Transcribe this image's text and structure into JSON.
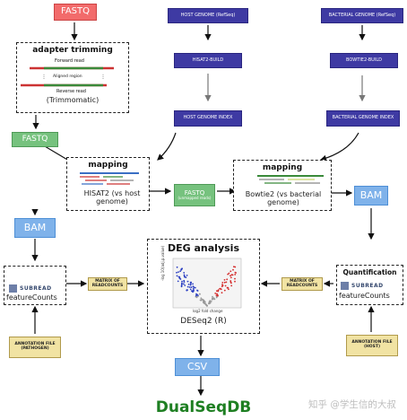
{
  "sources": {
    "fastq_input": "FASTQ",
    "host_genome": "HOST GENOME (RefSeq)",
    "bacterial_genome": "BACTERIAL GENOME (RefSeq)"
  },
  "adapter": {
    "title": "adapter trimming",
    "forward_read": "Forward read",
    "aligned_region": "Aligned region",
    "reverse_read": "Reverse read",
    "tool": "(Trimmomatic)"
  },
  "builds": {
    "hisat2_build": "HISAT2-BUILD",
    "bowtie2_build": "BOWTIE2-BUILD",
    "host_index": "HOST GENOME INDEX",
    "bacterial_index": "BACTERIAL GENOME INDEX"
  },
  "trimmed_fastq": "FASTQ",
  "mapping_host": {
    "title": "mapping",
    "tool": "HISAT2 (vs host genome)"
  },
  "unmapped": {
    "label": "FASTQ",
    "sub": "(unmapped reads)"
  },
  "mapping_bacterial": {
    "title": "mapping",
    "tool": "Bowtie2 (vs bacterial genome)"
  },
  "bam_left": "BAM",
  "bam_right": "BAM",
  "quant_left": {
    "logo": "SUBREAD",
    "tool": "featureCounts"
  },
  "quant_right": {
    "title": "Quantification",
    "logo": "SUBREAD",
    "tool": "featureCounts"
  },
  "matrix_left": "MATRIX OF READCOUNTS",
  "matrix_right": "MATRIX OF READCOUNTS",
  "deg": {
    "title": "DEG analysis",
    "ylabel": "-log 10(adj.p.value)",
    "xlabel": "log2 fold change",
    "tool": "DESeq2 (R)"
  },
  "annotation_left": "ANNOTATION FILE (PATHOGEN)",
  "annotation_right": "ANNOTATION FILE (HOST)",
  "csv": "CSV",
  "final": "DualSeqDB",
  "watermark": "知乎 @学生信的大叔",
  "colors": {
    "fastq_red": "#f26b6b",
    "navy": "#3e3aa3",
    "green": "#76c27e",
    "blue": "#7fb2ea",
    "yellow": "#f1e3a3",
    "final_green": "#1e7f22"
  }
}
